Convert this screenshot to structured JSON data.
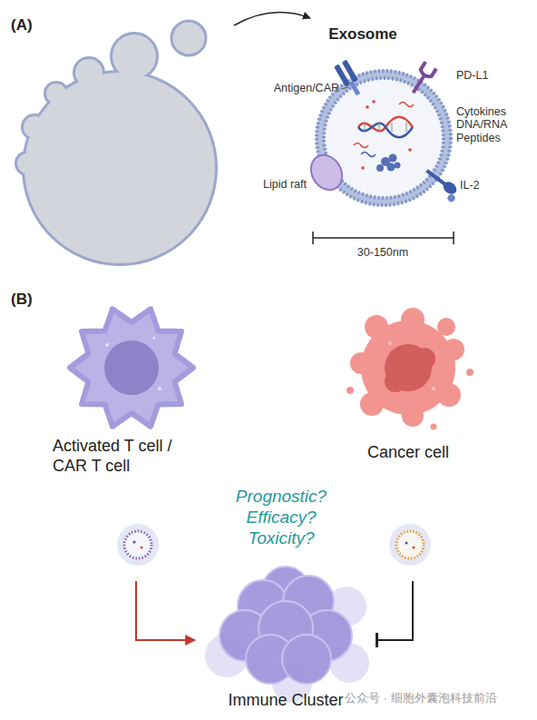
{
  "diagram": {
    "nodes": [
      {
        "text": [
          "Exosome"
        ]
      },
      {
        "text": [
          "Activated T cell / CAR T cell"
        ]
      },
      {
        "text": [
          "Cancer cell"
        ]
      },
      {
        "text": [
          "Immune Cluster"
        ]
      }
    ],
    "edges": [
      {
        "from": 1,
        "to": 3,
        "arrow": "to"
      },
      {
        "from": 2,
        "to": 3,
        "arrow": "to"
      }
    ],
    "labels": [
      "(A)",
      "Antigen/CAR",
      "PD-L1",
      "Cytokines DNA/RNA Peptides",
      "Lipid raft",
      "IL-2",
      "30-150nm",
      "(B)",
      "Prognostic? Efficacy? Toxicity?",
      "公众号 · 细胞外囊泡科技前沿"
    ]
  }
}
